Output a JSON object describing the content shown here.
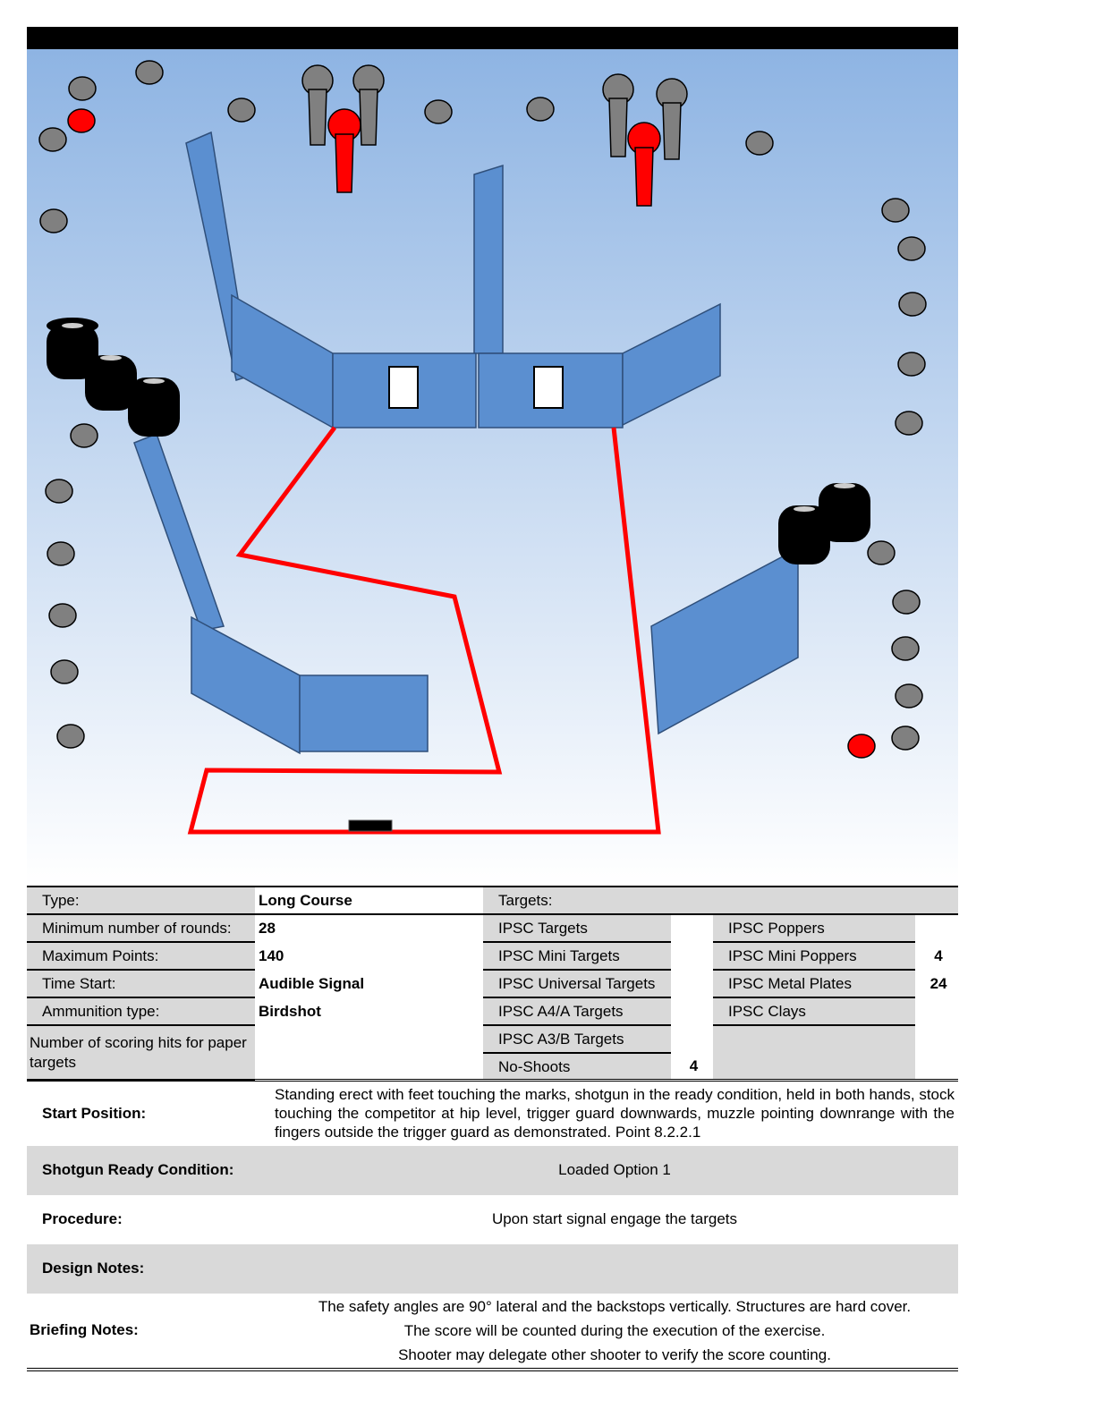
{
  "stage_info": {
    "type_label": "Type:",
    "type_value": "Long Course",
    "rounds_label": "Minimum number of rounds:",
    "rounds_value": "28",
    "points_label": "Maximum Points:",
    "points_value": "140",
    "time_label": "Time Start:",
    "time_value": "Audible Signal",
    "ammo_label": "Ammunition type:",
    "ammo_value": "Birdshot",
    "hits_label": "Number of scoring hits for paper targets"
  },
  "targets": {
    "header": "Targets:",
    "left": [
      {
        "label": "IPSC Targets",
        "count": ""
      },
      {
        "label": "IPSC Mini Targets",
        "count": ""
      },
      {
        "label": "IPSC Universal Targets",
        "count": ""
      },
      {
        "label": "IPSC A4/A Targets",
        "count": ""
      },
      {
        "label": "IPSC A3/B Targets",
        "count": ""
      },
      {
        "label": "No-Shoots",
        "count": "4"
      }
    ],
    "right": [
      {
        "label": "IPSC Poppers",
        "count": ""
      },
      {
        "label": "IPSC Mini Poppers",
        "count": "4"
      },
      {
        "label": "IPSC Metal Plates",
        "count": "24"
      },
      {
        "label": "IPSC Clays",
        "count": ""
      }
    ]
  },
  "notes": {
    "start_label": "Start Position:",
    "start_text": "Standing erect with feet touching the marks, shotgun in the ready condition, held in both hands, stock touching the competitor at hip level, trigger guard downwards, muzzle pointing downrange with the fingers outside the trigger guard as demonstrated. Point 8.2.2.1",
    "ready_label": "Shotgun Ready Condition:",
    "ready_text": "Loaded Option 1",
    "procedure_label": "Procedure:",
    "procedure_text": "Upon start signal engage the targets",
    "design_label": "Design Notes:",
    "design_text": "",
    "briefing_label": "Briefing Notes:",
    "briefing_lines": [
      "The safety angles are 90° lateral and the backstops vertically. Structures are hard cover.",
      "The score will be counted during the execution of the exercise.",
      "Shooter may delegate other shooter to verify the score counting."
    ]
  },
  "colors": {
    "sky_top": "#8eb4e3",
    "wall": "#5b8fd0",
    "path": "#ff0000",
    "plate": "#808080",
    "no_shoot": "#ff0000"
  }
}
